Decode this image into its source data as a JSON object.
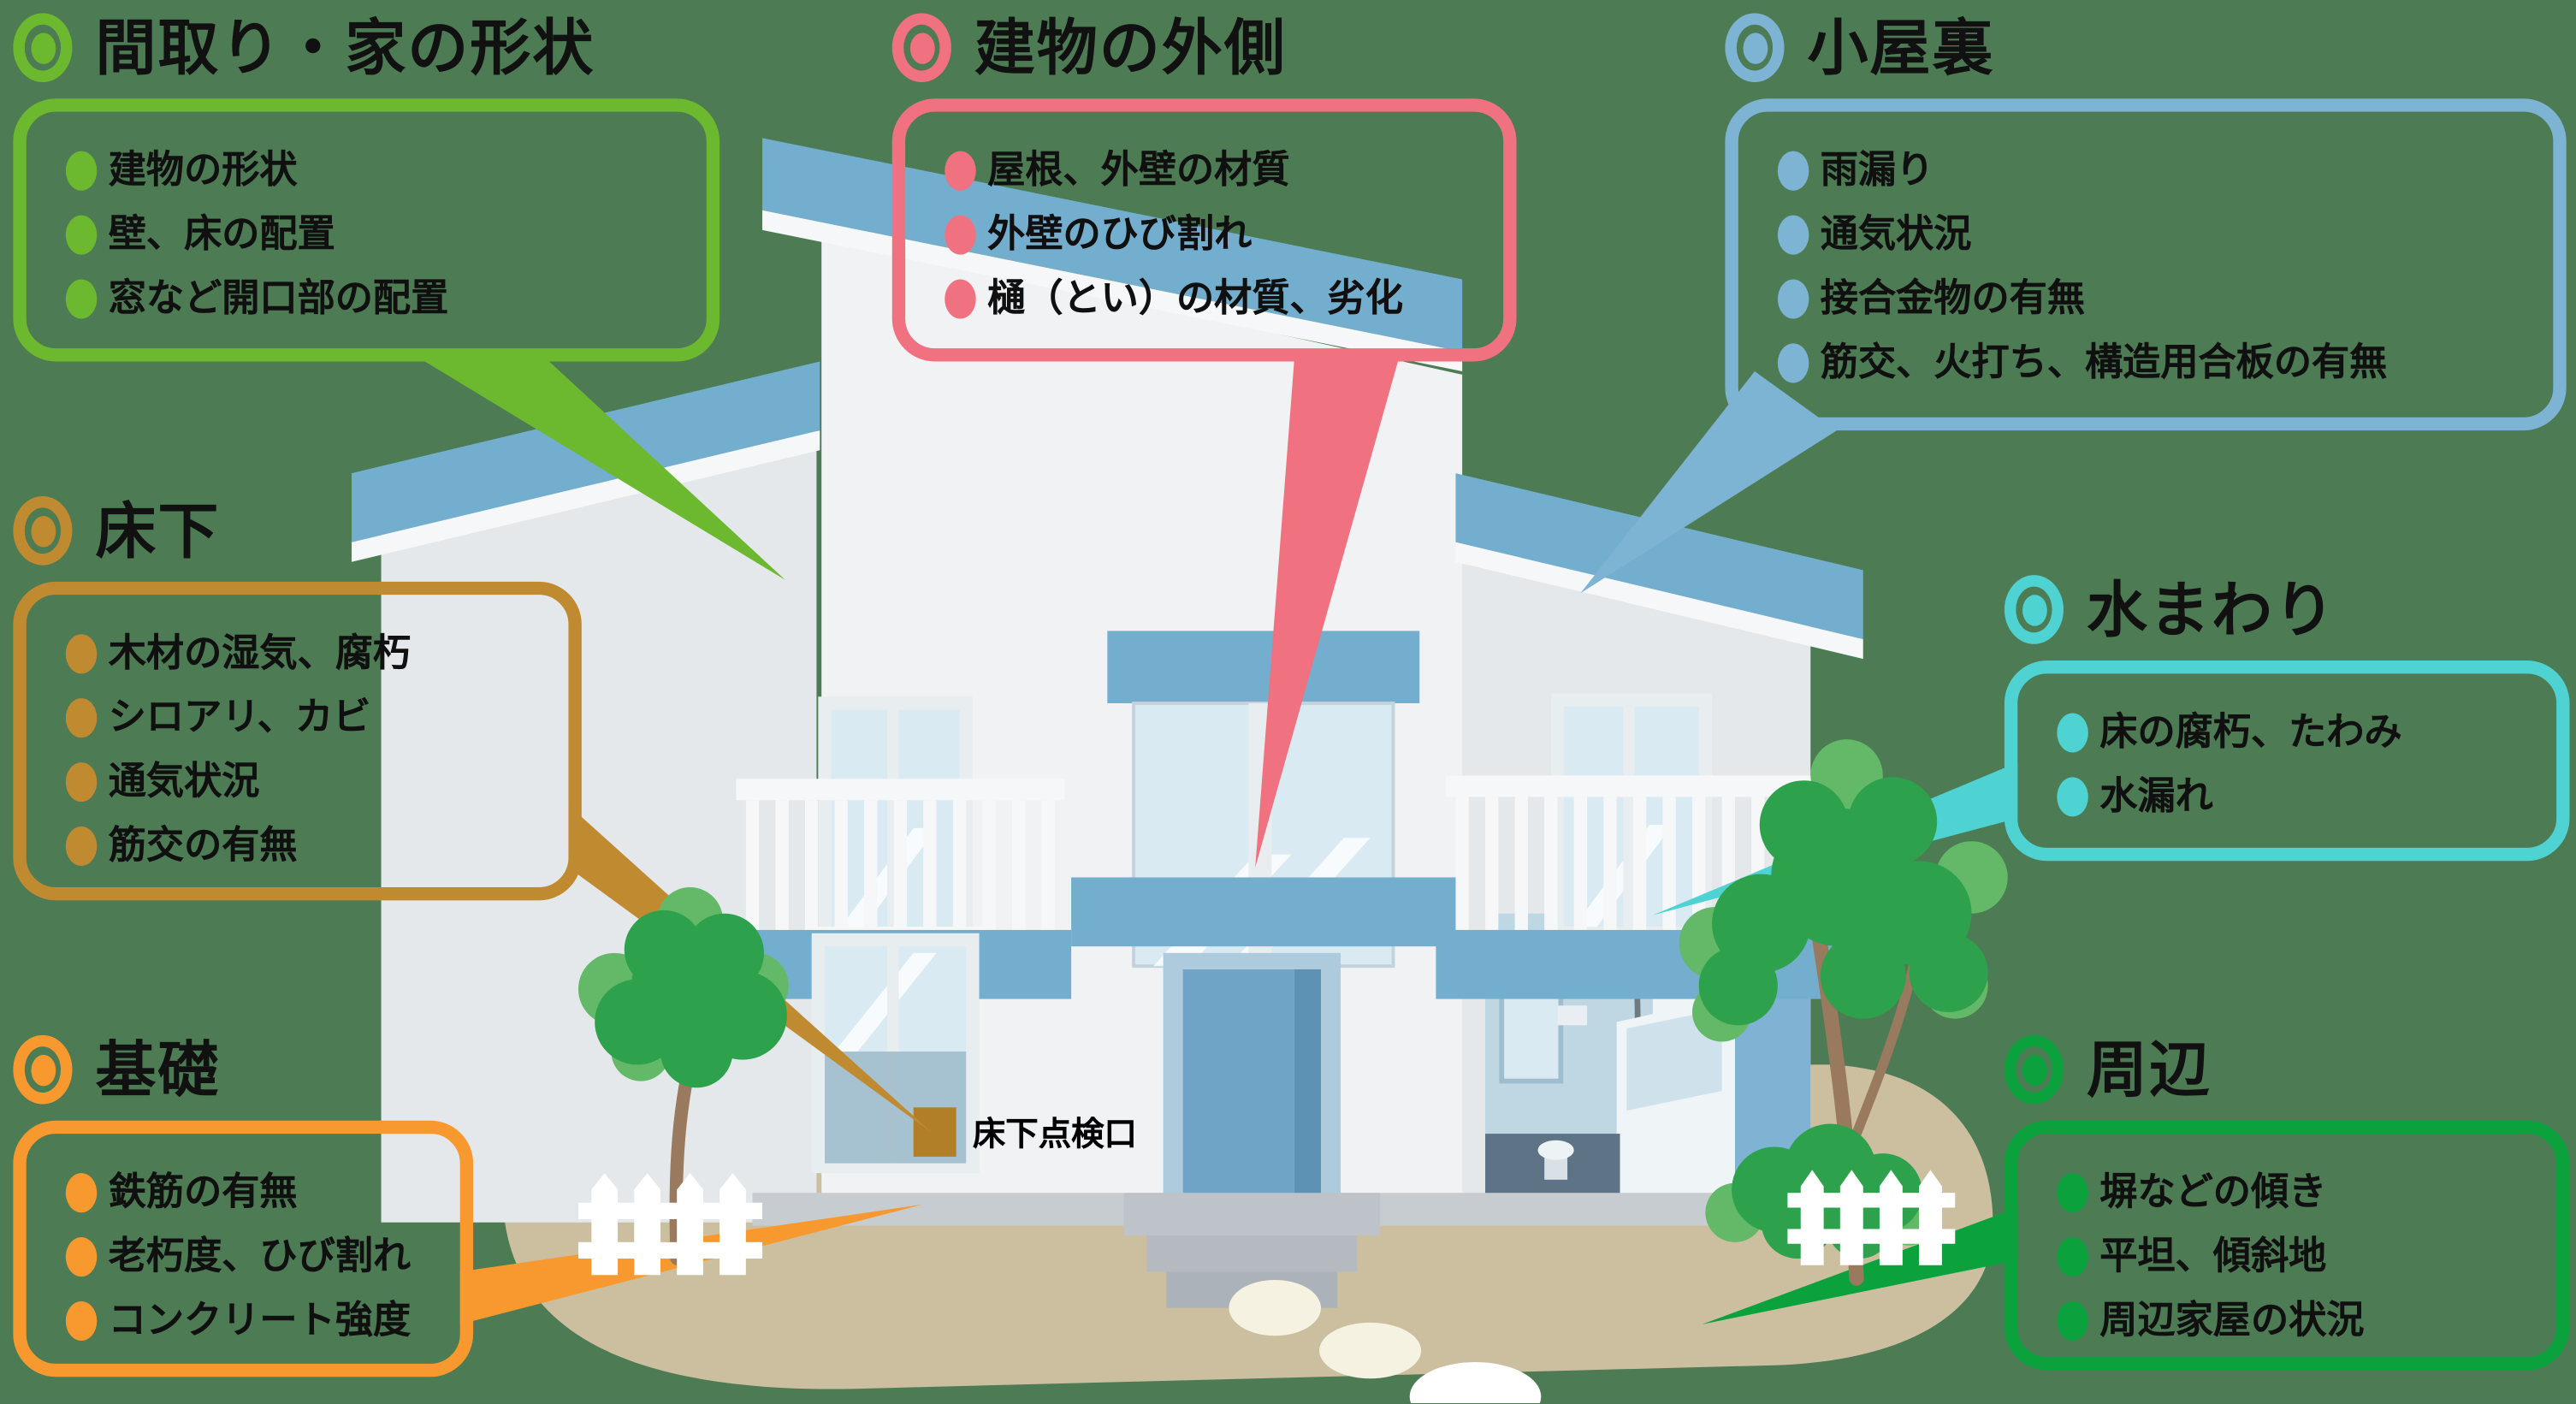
{
  "palette": {
    "bg": "#4D7B54",
    "ground": "#CBBF9F",
    "roof_blue": "#74AECE",
    "fascia": "#F5F7F8",
    "wall_light": "#F0F2F4",
    "wall_shade": "#E4E8EB",
    "corner_blue": "#7FB2D3",
    "glass": "#D9EAF3",
    "frame": "#E8EDF0",
    "door": "#6FA4C7",
    "door_dark": "#5D92B5",
    "door_frame": "#AECBDD",
    "foundation": "#C7CCD1",
    "bath_wall": "#BFD6E3",
    "bath_floor": "#5E7486",
    "tub": "#EFF4F7",
    "tub_inner": "#CFE2EC",
    "tree_green": "#2EA14C",
    "tree_light": "#63B968",
    "trunk": "#9A7A5E",
    "fence": "#FFFFFF",
    "stone": "#F5F2E1",
    "hatch": "#B07F28"
  },
  "callouts": [
    {
      "id": "madori",
      "title": "間取り・家の形状",
      "color": "#6CB82F",
      "items": [
        "建物の形状",
        "壁、床の配置",
        "窓など開口部の配置"
      ]
    },
    {
      "id": "sotogawa",
      "title": "建物の外側",
      "color": "#F0717F",
      "items": [
        "屋根、外壁の材質",
        "外壁のひび割れ",
        "樋（とい）の材質、劣化"
      ]
    },
    {
      "id": "koyaura",
      "title": "小屋裏",
      "color": "#7DB3D3",
      "items": [
        "雨漏り",
        "通気状況",
        "接合金物の有無",
        "筋交、火打ち、構造用合板の有無"
      ]
    },
    {
      "id": "yukashita",
      "title": "床下",
      "color": "#C08A30",
      "items": [
        "木材の湿気、腐朽",
        "シロアリ、カビ",
        "通気状況",
        "筋交の有無"
      ]
    },
    {
      "id": "mizumawari",
      "title": "水まわり",
      "color": "#4FD2D2",
      "items": [
        "床の腐朽、たわみ",
        "水漏れ"
      ]
    },
    {
      "id": "kiso",
      "title": "基礎",
      "color": "#F8992F",
      "items": [
        "鉄筋の有無",
        "老朽度、ひび割れ",
        "コンクリート強度"
      ]
    },
    {
      "id": "shuhen",
      "title": "周辺",
      "color": "#0BA23E",
      "items": [
        "塀などの傾き",
        "平坦、傾斜地",
        "周辺家屋の状況"
      ]
    }
  ],
  "house_label": {
    "text": "床下点検口"
  }
}
